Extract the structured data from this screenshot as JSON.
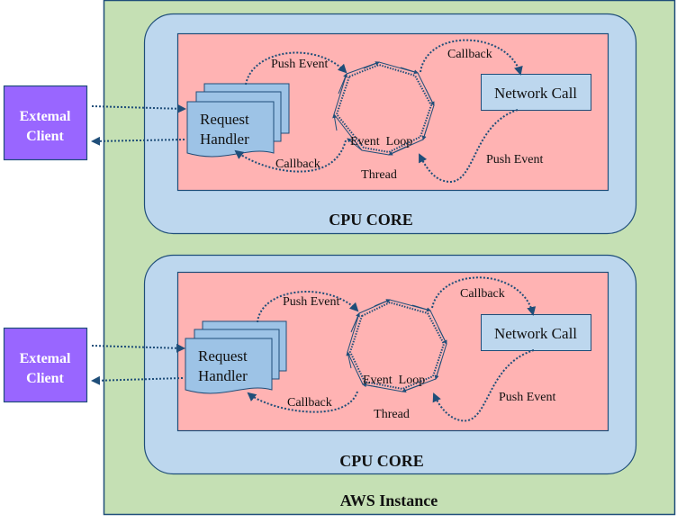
{
  "diagram": {
    "title": "AWS Instance",
    "colors": {
      "instance_fill": "#c5e0b4",
      "core_fill": "#bdd7ee",
      "process_fill": "#ffb3b3",
      "client_fill": "#9966ff",
      "handler_fill": "#9dc3e6",
      "network_fill": "#bdd7ee",
      "stroke": "#1f4e79"
    },
    "external_clients": [
      {
        "line1": "Extemal",
        "line2": "Client"
      },
      {
        "line1": "Extemal",
        "line2": "Client"
      }
    ],
    "cores": [
      {
        "label": "CPU CORE",
        "request_handler": {
          "line1": "Request",
          "line2": "Handler"
        },
        "network_call": "Network Call",
        "event_loop": "Event  Loop",
        "thread": "Thread",
        "push_event_top": "Push Event",
        "callback_top": "Callback",
        "callback_bottom": "Callback",
        "push_event_bottom": "Push Event"
      },
      {
        "label": "CPU CORE",
        "request_handler": {
          "line1": "Request",
          "line2": "Handler"
        },
        "network_call": "Network Call",
        "event_loop": "Event  Loop",
        "thread": "Thread",
        "push_event_top": "Push Event",
        "callback_top": "Callback",
        "callback_bottom": "Callback",
        "push_event_bottom": "Push Event"
      }
    ]
  }
}
